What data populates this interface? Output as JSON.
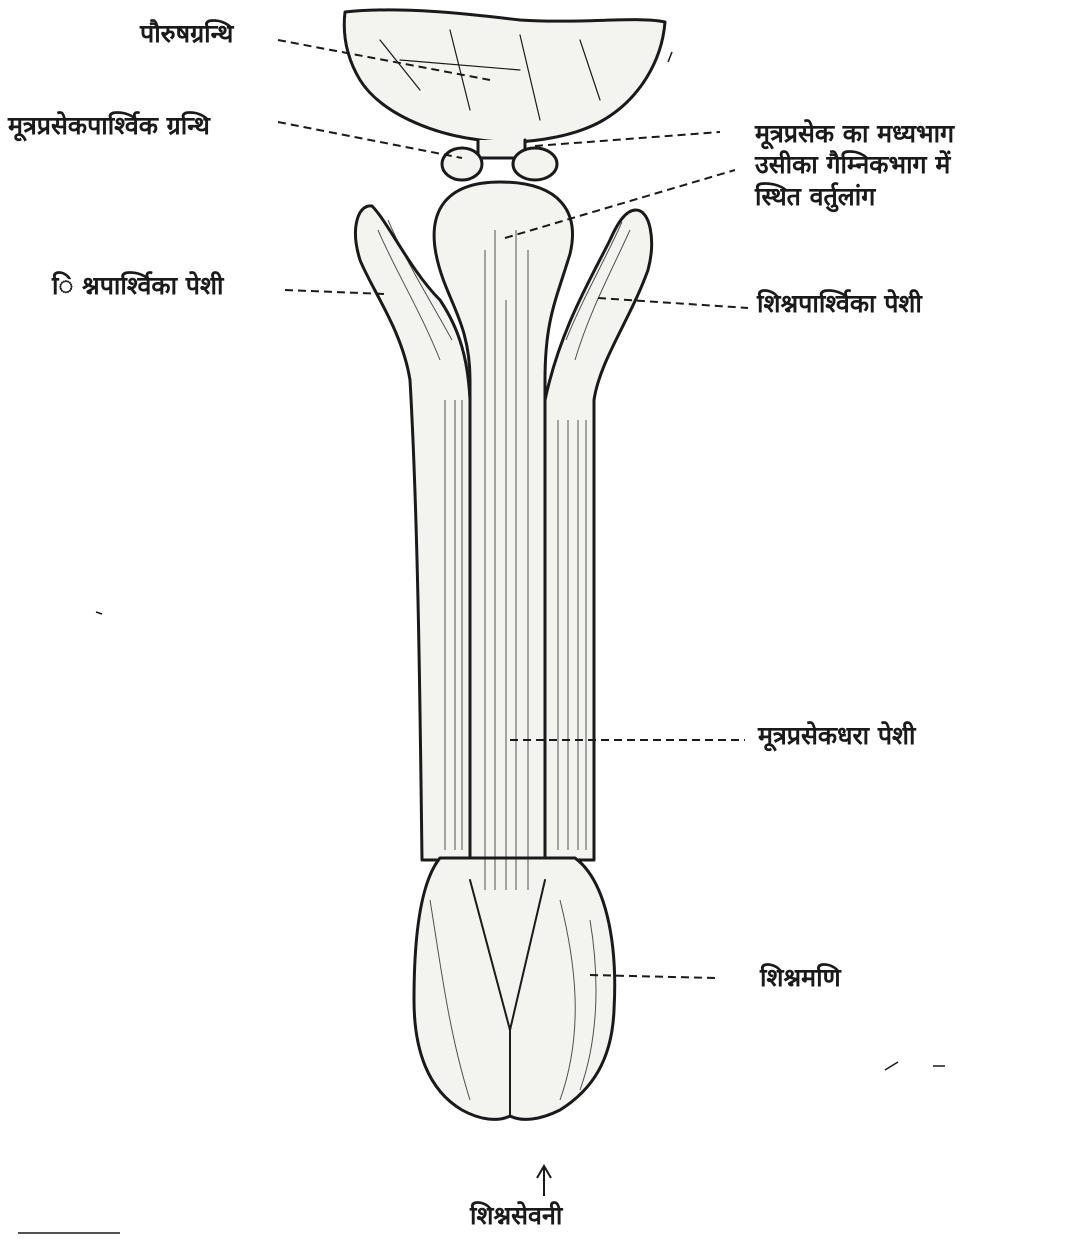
{
  "labels": {
    "prostate": "पौरुषग्रन्थि",
    "bulbourethral_gland": "मूत्रप्रसेकपार्श्विक ग्रन्थि",
    "urethral_bulb_line1": "मूत्रप्रसेक का  मध्यभाग",
    "urethral_bulb_line2": "उसीका गैम्निकभाग में",
    "urethral_bulb_line3": "स्थित वर्तुलांग",
    "ischiocavernosus_left": "ि श्नपार्श्विका पेशी",
    "ischiocavernosus_right": "शिश्नपार्श्विका पेशी",
    "bulbospongiosus": "मूत्रप्रसेकधरा पेशी",
    "glans": "शिश्नमणि",
    "raphe": "शिश्नसेवनी"
  },
  "colors": {
    "ink": "#1a1a1a",
    "paper": "#ffffff",
    "fill": "#f3f3f0"
  }
}
